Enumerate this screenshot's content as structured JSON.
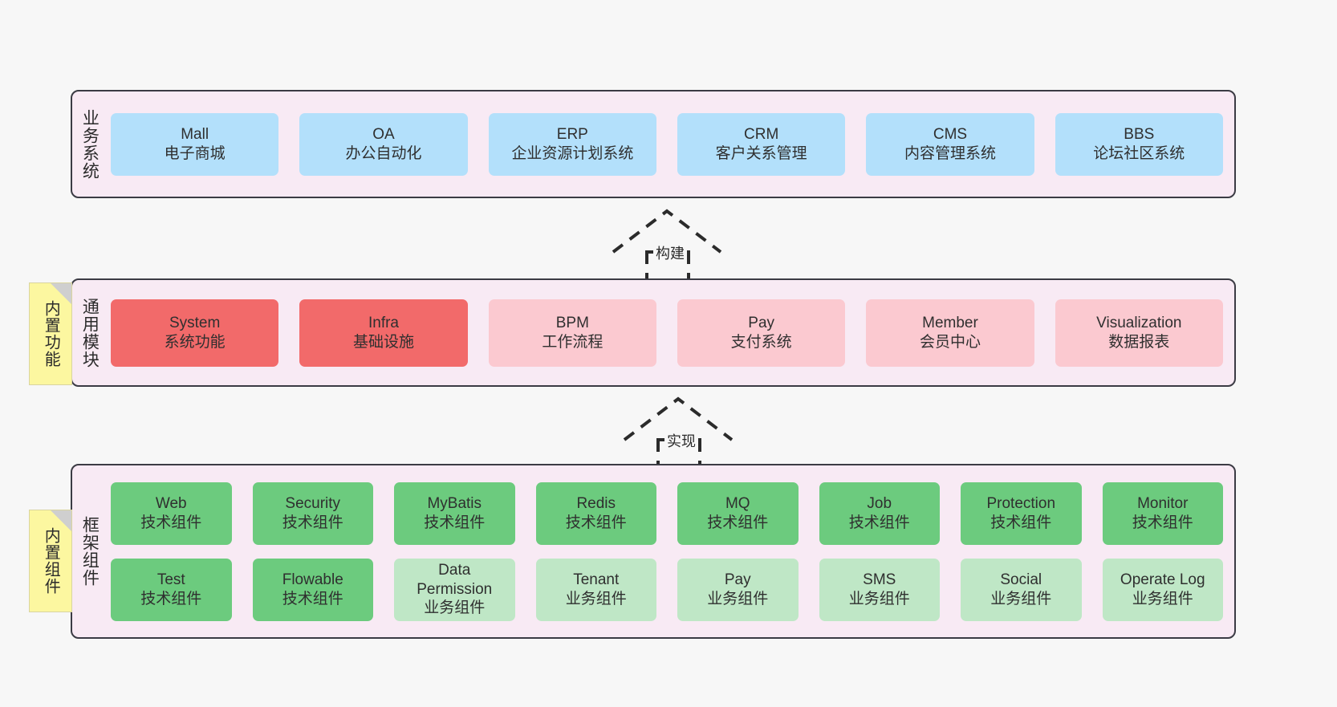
{
  "layers": [
    {
      "id": "business-systems",
      "label": "业务系统",
      "rows": [
        {
          "cards": [
            {
              "style": "biz",
              "title": "Mall",
              "subtitle": "电子商城"
            },
            {
              "style": "biz",
              "title": "OA",
              "subtitle": "办公自动化"
            },
            {
              "style": "biz",
              "title": "ERP",
              "subtitle": "企业资源计划系统"
            },
            {
              "style": "biz",
              "title": "CRM",
              "subtitle": "客户关系管理"
            },
            {
              "style": "biz",
              "title": "CMS",
              "subtitle": "内容管理系统"
            },
            {
              "style": "biz",
              "title": "BBS",
              "subtitle": "论坛社区系统"
            }
          ]
        }
      ]
    },
    {
      "id": "common-modules",
      "label": "通用模块",
      "rows": [
        {
          "cards": [
            {
              "style": "mod-strong",
              "title": "System",
              "subtitle": "系统功能"
            },
            {
              "style": "mod-strong",
              "title": "Infra",
              "subtitle": "基础设施"
            },
            {
              "style": "mod-light",
              "title": "BPM",
              "subtitle": "工作流程"
            },
            {
              "style": "mod-light",
              "title": "Pay",
              "subtitle": "支付系统"
            },
            {
              "style": "mod-light",
              "title": "Member",
              "subtitle": "会员中心"
            },
            {
              "style": "mod-light",
              "title": "Visualization",
              "subtitle": "数据报表"
            }
          ]
        }
      ]
    },
    {
      "id": "framework-components",
      "label": "框架组件",
      "rows": [
        {
          "cards": [
            {
              "style": "tech-strong",
              "title": "Web",
              "subtitle": "技术组件"
            },
            {
              "style": "tech-strong",
              "title": "Security",
              "subtitle": "技术组件"
            },
            {
              "style": "tech-strong",
              "title": "MyBatis",
              "subtitle": "技术组件"
            },
            {
              "style": "tech-strong",
              "title": "Redis",
              "subtitle": "技术组件"
            },
            {
              "style": "tech-strong",
              "title": "MQ",
              "subtitle": "技术组件"
            },
            {
              "style": "tech-strong",
              "title": "Job",
              "subtitle": "技术组件"
            },
            {
              "style": "tech-strong",
              "title": "Protection",
              "subtitle": "技术组件"
            },
            {
              "style": "tech-strong",
              "title": "Monitor",
              "subtitle": "技术组件"
            }
          ]
        },
        {
          "cards": [
            {
              "style": "tech-strong",
              "title": "Test",
              "subtitle": "技术组件"
            },
            {
              "style": "tech-strong",
              "title": "Flowable",
              "subtitle": "技术组件"
            },
            {
              "style": "tech-light",
              "title": "Data",
              "title2": "Permission",
              "subtitle": "业务组件"
            },
            {
              "style": "tech-light",
              "title": "Tenant",
              "subtitle": "业务组件"
            },
            {
              "style": "tech-light",
              "title": "Pay",
              "subtitle": "业务组件"
            },
            {
              "style": "tech-light",
              "title": "SMS",
              "subtitle": "业务组件"
            },
            {
              "style": "tech-light",
              "title": "Social",
              "subtitle": "业务组件"
            },
            {
              "style": "tech-light",
              "title": "Operate Log",
              "subtitle": "业务组件"
            }
          ]
        }
      ]
    }
  ],
  "notes": [
    {
      "id": "builtin-features",
      "label": "内置功能"
    },
    {
      "id": "builtin-components",
      "label": "内置组件"
    }
  ],
  "arrows": [
    {
      "id": "build",
      "label": "构建"
    },
    {
      "id": "implement",
      "label": "实现"
    }
  ],
  "colors": {
    "canvas_bg": "#f7f7f7",
    "layer_bg": "#f8eaf4",
    "layer_border": "#3b3b44",
    "business_card": "#b3e0fb",
    "module_strong": "#f26a6a",
    "module_light": "#fbc9d0",
    "tech_strong": "#6ccb7e",
    "tech_light": "#bfe7c6",
    "note_bg": "#fcf7a0",
    "note_fold": "#cfcfcf",
    "text": "#2b2b2b"
  }
}
